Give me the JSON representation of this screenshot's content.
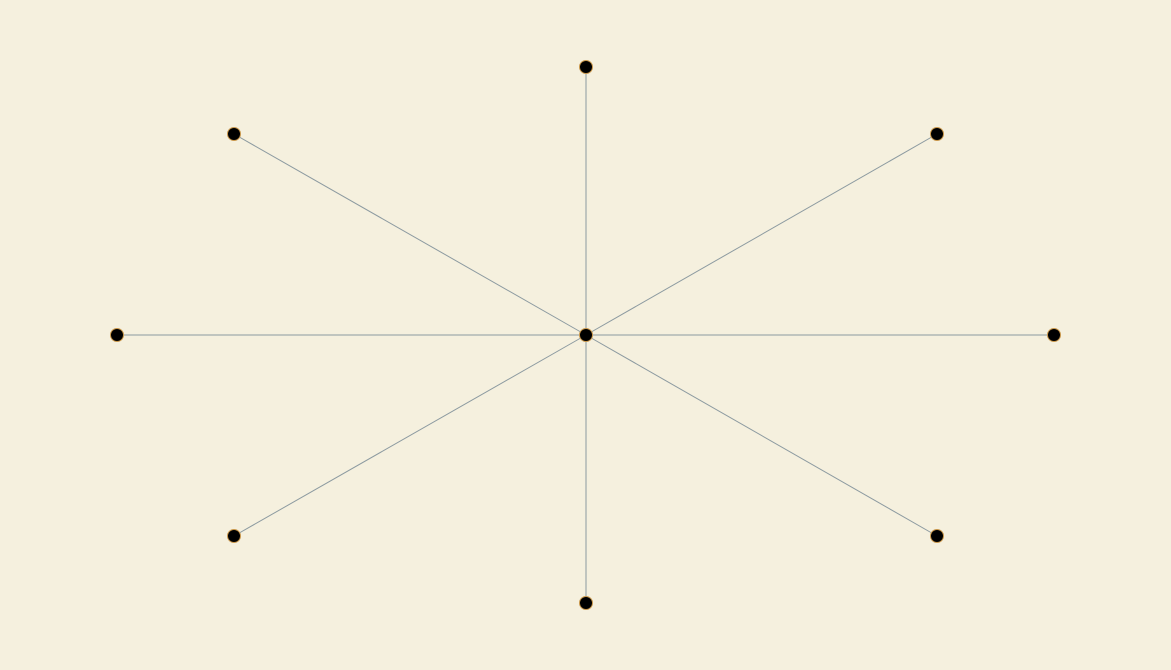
{
  "graph": {
    "type": "star",
    "hub": "center",
    "leaves": [
      "n",
      "ne",
      "e",
      "se",
      "s",
      "sw",
      "w",
      "nw"
    ],
    "edges": [
      [
        "center",
        "n"
      ],
      [
        "center",
        "ne"
      ],
      [
        "center",
        "e"
      ],
      [
        "center",
        "se"
      ],
      [
        "center",
        "s"
      ],
      [
        "center",
        "sw"
      ],
      [
        "center",
        "w"
      ],
      [
        "center",
        "nw"
      ]
    ]
  },
  "colors": {
    "background": "#f5f0de",
    "edge": "#8c9aa0",
    "node_fill": "#000000",
    "node_outline": "#c8964a"
  }
}
